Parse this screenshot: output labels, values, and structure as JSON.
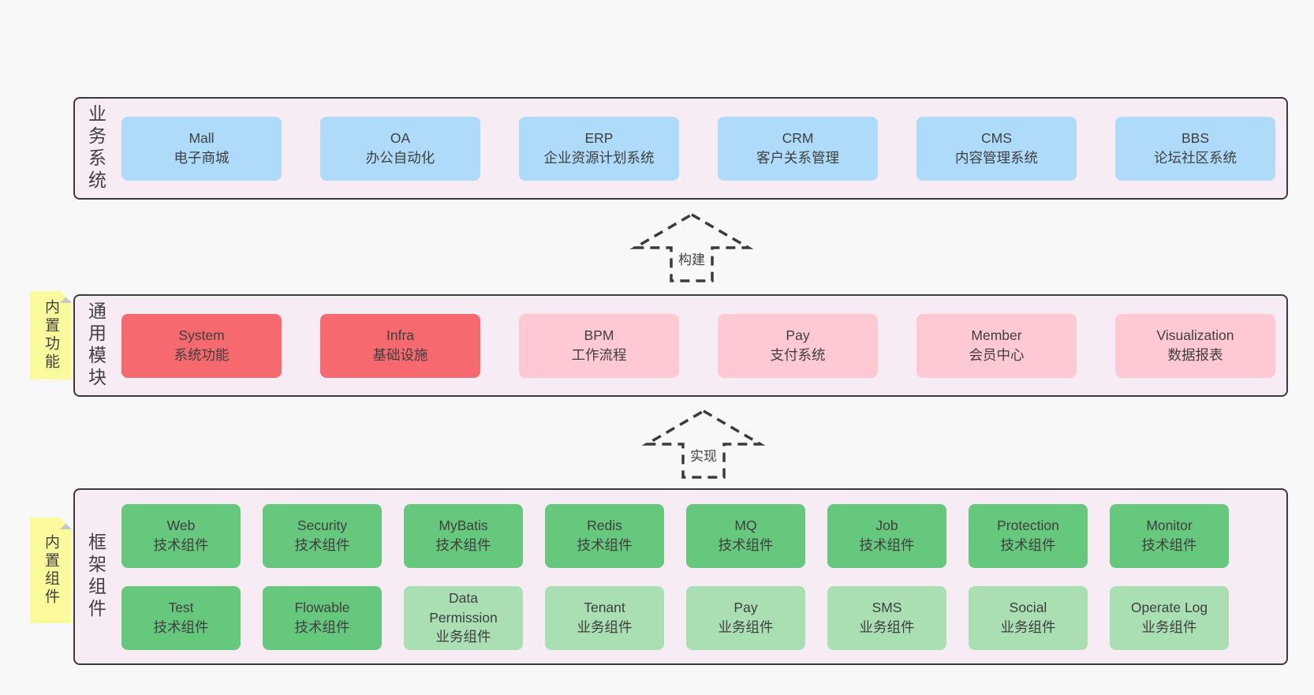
{
  "colors": {
    "page_bg": "#f8f8f8",
    "layer_bg": "#f7ecf4",
    "layer_border": "#3b3b3b",
    "blue": "#aedbf9",
    "red": "#f5696f",
    "pink": "#fec9d3",
    "green": "#66c87d",
    "green_light": "#a9dfb3",
    "sticky": "#fbfa9d",
    "sticky_fold": "#c8c8c8",
    "text": "#3f3f3f",
    "arrow_stroke": "#3b3b3b"
  },
  "arrows": [
    {
      "label": "构建"
    },
    {
      "label": "实现"
    }
  ],
  "layers": [
    {
      "id": "business-systems",
      "label": "业务系统",
      "sticky": "",
      "rows": [
        [
          {
            "name": "mall",
            "variant": "blue",
            "lines": [
              "Mall",
              "电子商城"
            ]
          },
          {
            "name": "oa",
            "variant": "blue",
            "lines": [
              "OA",
              "办公自动化"
            ]
          },
          {
            "name": "erp",
            "variant": "blue",
            "lines": [
              "ERP",
              "企业资源计划系统"
            ]
          },
          {
            "name": "crm",
            "variant": "blue",
            "lines": [
              "CRM",
              "客户关系管理"
            ]
          },
          {
            "name": "cms",
            "variant": "blue",
            "lines": [
              "CMS",
              "内容管理系统"
            ]
          },
          {
            "name": "bbs",
            "variant": "blue",
            "lines": [
              "BBS",
              "论坛社区系统"
            ]
          }
        ]
      ]
    },
    {
      "id": "common-modules",
      "label": "通用模块",
      "sticky": "内置功能",
      "rows": [
        [
          {
            "name": "system",
            "variant": "red",
            "lines": [
              "System",
              "系统功能"
            ]
          },
          {
            "name": "infra",
            "variant": "red",
            "lines": [
              "Infra",
              "基础设施"
            ]
          },
          {
            "name": "bpm",
            "variant": "pink",
            "lines": [
              "BPM",
              "工作流程"
            ]
          },
          {
            "name": "pay-system",
            "variant": "pink",
            "lines": [
              "Pay",
              "支付系统"
            ]
          },
          {
            "name": "member",
            "variant": "pink",
            "lines": [
              "Member",
              "会员中心"
            ]
          },
          {
            "name": "visualization",
            "variant": "pink",
            "lines": [
              "Visualization",
              "数据报表"
            ]
          }
        ]
      ]
    },
    {
      "id": "framework-components",
      "label": "框架组件",
      "sticky": "内置组件",
      "rows": [
        [
          {
            "name": "web",
            "variant": "green",
            "lines": [
              "Web",
              "技术组件"
            ]
          },
          {
            "name": "security",
            "variant": "green",
            "lines": [
              "Security",
              "技术组件"
            ]
          },
          {
            "name": "mybatis",
            "variant": "green",
            "lines": [
              "MyBatis",
              "技术组件"
            ]
          },
          {
            "name": "redis",
            "variant": "green",
            "lines": [
              "Redis",
              "技术组件"
            ]
          },
          {
            "name": "mq",
            "variant": "green",
            "lines": [
              "MQ",
              "技术组件"
            ]
          },
          {
            "name": "job",
            "variant": "green",
            "lines": [
              "Job",
              "技术组件"
            ]
          },
          {
            "name": "protection",
            "variant": "green",
            "lines": [
              "Protection",
              "技术组件"
            ]
          },
          {
            "name": "monitor",
            "variant": "green",
            "lines": [
              "Monitor",
              "技术组件"
            ]
          }
        ],
        [
          {
            "name": "test",
            "variant": "green",
            "lines": [
              "Test",
              "技术组件"
            ]
          },
          {
            "name": "flowable",
            "variant": "green",
            "lines": [
              "Flowable",
              "技术组件"
            ]
          },
          {
            "name": "data-permission",
            "variant": "green-light",
            "lines": [
              "Data",
              "Permission",
              "业务组件"
            ]
          },
          {
            "name": "tenant",
            "variant": "green-light",
            "lines": [
              "Tenant",
              "业务组件"
            ]
          },
          {
            "name": "pay-component",
            "variant": "green-light",
            "lines": [
              "Pay",
              "业务组件"
            ]
          },
          {
            "name": "sms",
            "variant": "green-light",
            "lines": [
              "SMS",
              "业务组件"
            ]
          },
          {
            "name": "social",
            "variant": "green-light",
            "lines": [
              "Social",
              "业务组件"
            ]
          },
          {
            "name": "operate-log",
            "variant": "green-light",
            "lines": [
              "Operate Log",
              "业务组件"
            ]
          }
        ]
      ]
    }
  ]
}
